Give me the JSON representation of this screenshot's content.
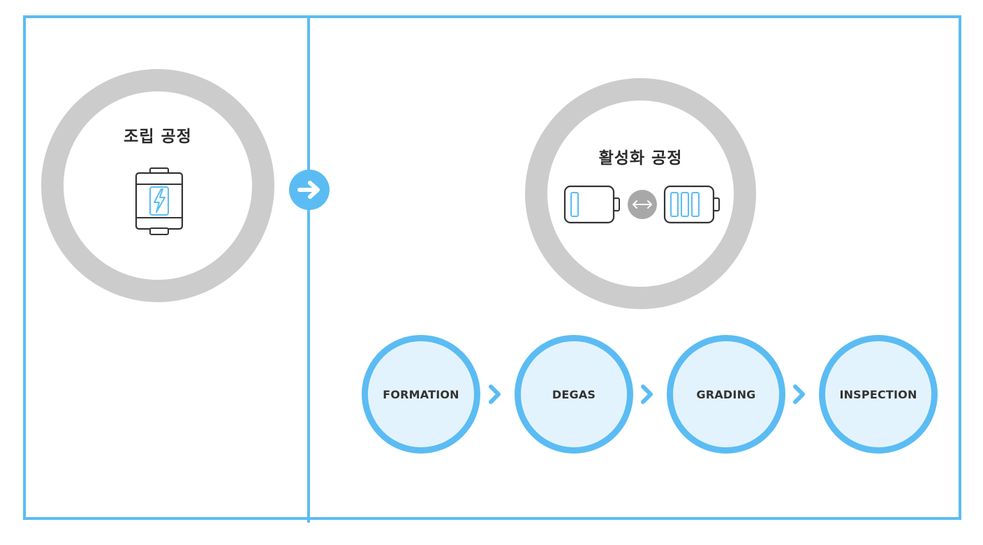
{
  "left_panel": {
    "title": "조립 공정",
    "icon": "battery-charging-icon"
  },
  "right_panel": {
    "title": "활성화 공정",
    "icon": "battery-charge-cycle-icon"
  },
  "flow_arrow_icon": "arrow-right-circle-icon",
  "steps": [
    {
      "label": "FORMATION"
    },
    {
      "label": "DEGAS"
    },
    {
      "label": "GRADING"
    },
    {
      "label": "INSPECTION"
    }
  ],
  "colors": {
    "accent": "#5bbcf3",
    "ring": "#cccccc",
    "step_fill": "#e3f3fd",
    "text": "#333333"
  }
}
